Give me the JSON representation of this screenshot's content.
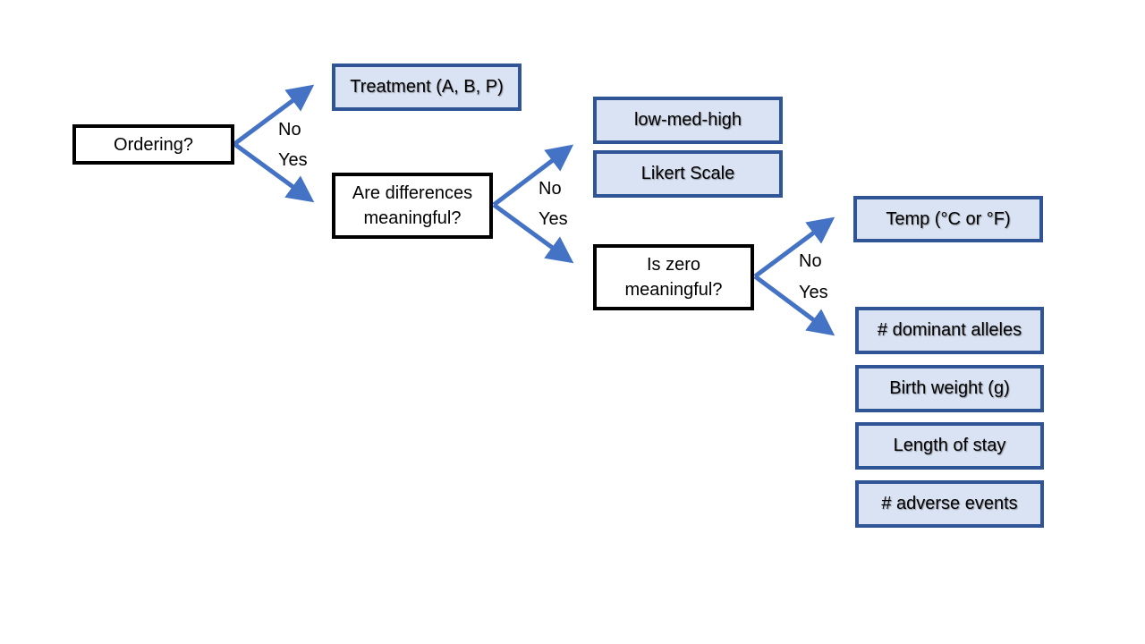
{
  "questions": {
    "ordering": "Ordering?",
    "differences_line1": "Are differences",
    "differences_line2": "meaningful?",
    "zero_line1": "Is zero",
    "zero_line2": "meaningful?"
  },
  "branch_labels": {
    "no": "No",
    "yes": "Yes"
  },
  "outcomes": {
    "nominal": [
      "Treatment (A, B, P)"
    ],
    "ordinal": [
      "low-med-high",
      "Likert Scale"
    ],
    "interval": [
      "Temp (°C or °F)"
    ],
    "ratio": [
      "# dominant alleles",
      "Birth weight (g)",
      "Length of stay",
      "# adverse events"
    ]
  },
  "colors": {
    "arrow": "#4472c4",
    "outcome_border": "#2f5597",
    "outcome_fill": "#dae3f3",
    "question_border": "#000000"
  }
}
